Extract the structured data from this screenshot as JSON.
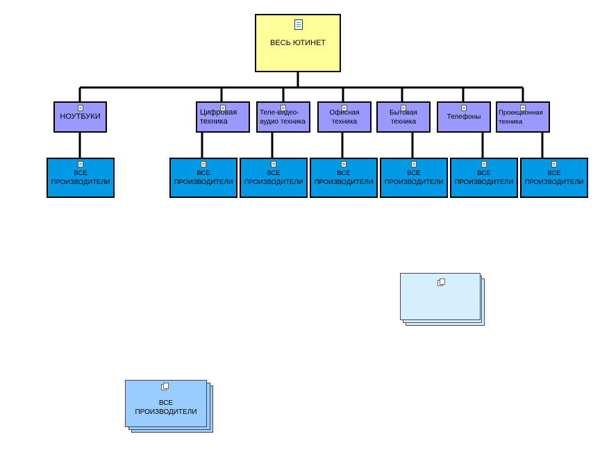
{
  "root": {
    "label": "ВЕСЬ ЮТИНЕТ",
    "icon": "document-icon",
    "color": "#ffff99"
  },
  "categories": [
    {
      "label": "НОУТБУКИ"
    },
    {
      "label": "Цифровая техника"
    },
    {
      "label": "Теле-видео-аудио техника"
    },
    {
      "label": "Офисная техника"
    },
    {
      "label": "Бытовая техника"
    },
    {
      "label": "Телефоны"
    },
    {
      "label": "Проекционная техника"
    }
  ],
  "products": [
    {
      "label": "ВСЕ ПРОИЗВОДИТЕЛИ"
    },
    {
      "label": "ВСЕ ПРОИЗВОДИТЕЛИ"
    },
    {
      "label": "ВСЕ ПРОИЗВОДИТЕЛИ"
    },
    {
      "label": "ВСЕ ПРОИЗВОДИТЕЛИ"
    },
    {
      "label": "ВСЕ ПРОИЗВОДИТЕЛИ"
    },
    {
      "label": "ВСЕ ПРОИЗВОДИТЕЛИ"
    },
    {
      "label": "ВСЕ ПРОИЗВОДИТЕЛИ"
    }
  ],
  "legend": {
    "empty_stack": {
      "label": "",
      "color": "#d6efff"
    },
    "producer_stack": {
      "label": "ВСЕ ПРОИЗВОДИТЕЛИ",
      "color": "#99ccff"
    }
  },
  "colors": {
    "root": "#ffff99",
    "category": "#9999ff",
    "product": "#0099e6",
    "connector": "#000000"
  }
}
